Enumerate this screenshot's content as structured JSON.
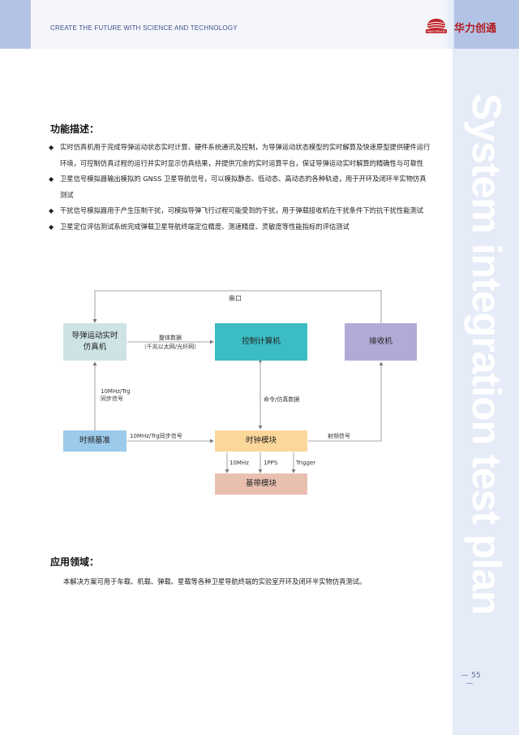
{
  "header": {
    "slogan": "CREATE THE FUTURE WITH SCIENCE AND TECHNOLOGY",
    "brand_name": "华力创通",
    "logo_text": "HWA CREATE"
  },
  "sidebar": {
    "vertical_title": "System integration test plan",
    "page_number": "55"
  },
  "function_section": {
    "heading": "功能描述：",
    "bullets": [
      "实时仿真机用于完成导弹运动状态实时计算、硬件系统通讯及控制，为导弹运动状态模型的实时解算及快速原型提供硬件运行环境，可控制仿真过程的运行并实时显示仿真结果，并提供冗余的实时运算平台，保证导弹运动实时解算的精确性与可靠性",
      "卫星信号模拟器输出模拟的 GNSS 卫星导航信号，可以模拟静态、低动态、高动态的各种轨迹，用于开环及闭环半实物仿真测试",
      "干扰信号模拟器用于产生压制干扰，可模拟导弹飞行过程可能受到的干扰，用于弹载接收机在干扰条件下的抗干扰性能测试",
      "卫星定位评估测试系统完成弹载卫星导航终端定位精度、测速精度、灵敏度等性能指标的评估测试"
    ]
  },
  "diagram": {
    "serial_port": "串口",
    "sim_box": [
      "导弹运动实时",
      "仿真机"
    ],
    "control_box": "控制计算机",
    "receiver_box": "接收机",
    "timebase_box": "时频基准",
    "clock_box": "时钟模块",
    "baseband_box": "基带模块",
    "ethernet_label": [
      "整体数据",
      "（千兆以太网/光纤网）"
    ],
    "sync_label": [
      "10MHz/Trg",
      "同步信号"
    ],
    "timebase_to_clock": "10MHz/Trg同步信号",
    "command_label": "命令/仿真数据",
    "rf_label": "射频信号",
    "clock_outputs": [
      "10MHz",
      "1PPS",
      "Trigger"
    ],
    "colors": {
      "sim": "#cde3e4",
      "control": "#3cbcc3",
      "receiver": "#b2aad6",
      "timebase": "#9ccaeb",
      "clock": "#fbd79a",
      "baseband": "#e9c0b0"
    }
  },
  "application_section": {
    "heading": "应用领域：",
    "text": "本解决方案可用于车载、机载、弹载、星载等各种卫星导航终端的实验室开环及闭环半实物仿真测试。"
  }
}
